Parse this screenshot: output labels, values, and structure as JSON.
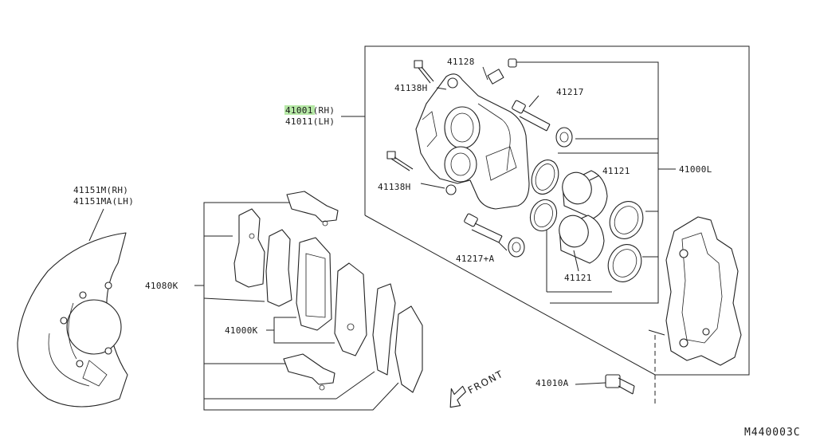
{
  "labels": {
    "caliper_rh": "41001(RH)",
    "caliper_lh": "41011(LH)",
    "bolt_top": "41138H",
    "bolt_bottom": "41138H",
    "bleeder": "41128",
    "pin_top": "41217",
    "pin_bottom": "41217+A",
    "piston_top": "41121",
    "piston_bottom": "41121",
    "seal_kit": "41000L",
    "baffle_rh": "41151M(RH)",
    "baffle_lh": "41151MA(LH)",
    "hardware_kit": "41080K",
    "pad_kit": "41000K",
    "torque_member_bolt": "41010A",
    "front": "FRONT",
    "diagram_code": "M440003C"
  },
  "colors": {
    "line": "#222222",
    "highlight": "#b6e8a6"
  }
}
